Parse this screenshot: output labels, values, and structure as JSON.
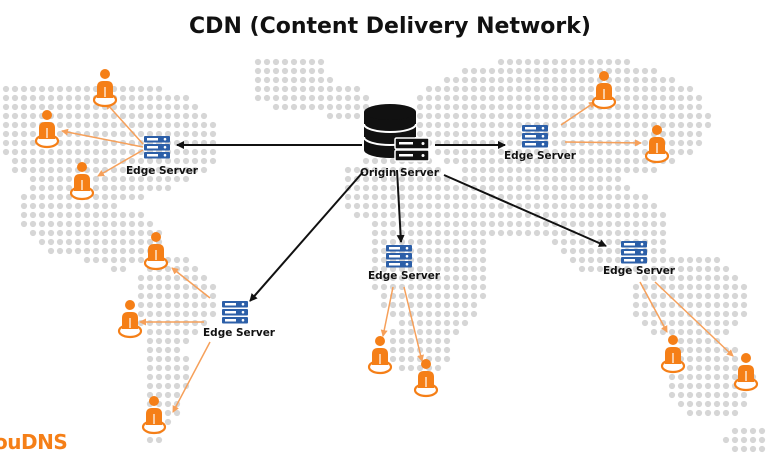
{
  "title": "CDN (Content Delivery Network)",
  "origin": {
    "label": "Origin Server",
    "icon": "database-server-icon"
  },
  "edges": [
    {
      "label": "Edge Server",
      "icon": "server-rack-icon"
    },
    {
      "label": "Edge Server",
      "icon": "server-rack-icon"
    },
    {
      "label": "Edge Server",
      "icon": "server-rack-icon"
    },
    {
      "label": "Edge Server",
      "icon": "server-rack-icon"
    },
    {
      "label": "Edge Server",
      "icon": "server-rack-icon"
    }
  ],
  "logo": "ouDNS",
  "colors": {
    "user": "#f57f17",
    "link": "#f6a05a",
    "server": "#2c5fa8",
    "map_dots": "#d6d6d6",
    "arrow": "#111111"
  }
}
